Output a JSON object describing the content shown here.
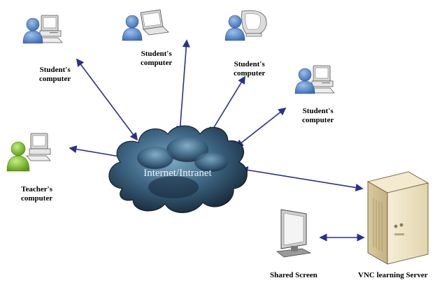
{
  "cloud": {
    "label": "Internet/Intranet"
  },
  "nodes": {
    "student_1": {
      "line1": "Student's",
      "line2": "computer"
    },
    "student_2": {
      "line1": "Student's",
      "line2": "computer"
    },
    "student_3": {
      "line1": "Student's",
      "line2": "computer"
    },
    "student_4": {
      "line1": "Student's",
      "line2": "computer"
    },
    "teacher": {
      "line1": "Teacher's",
      "line2": "computer"
    },
    "shared_screen": {
      "label": "Shared Screen"
    },
    "server": {
      "label": "VNC learning Server"
    }
  },
  "colors": {
    "arrow": "#2b2f8f",
    "user_blue": "#4f7fc4",
    "user_green": "#7cc02a",
    "cloud_dark": "#16283a",
    "cloud_light": "#6f9ab5",
    "server_body": "#efe5c8"
  }
}
